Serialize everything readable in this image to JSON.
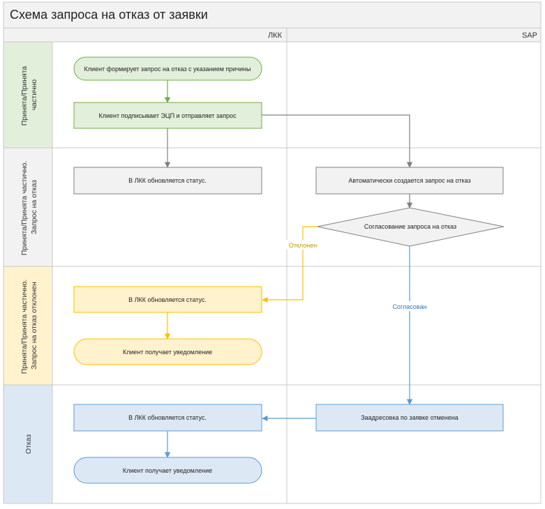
{
  "title": "Схема запроса на отказ от заявки",
  "lanes": [
    {
      "id": "lkk",
      "label": "ЛКК"
    },
    {
      "id": "sap",
      "label": "SAP"
    }
  ],
  "bands": [
    {
      "id": "b1",
      "lines": [
        "Принята/Принята",
        "частично"
      ],
      "fill": "#e2efda"
    },
    {
      "id": "b2",
      "lines": [
        "Принята/Принята частично.",
        "Запрос на отказ"
      ],
      "fill": "#f2f2f2"
    },
    {
      "id": "b3",
      "lines": [
        "Принята/Принята частично.",
        "Запрос на отказ отклонен"
      ],
      "fill": "#fff2cc"
    },
    {
      "id": "b4",
      "lines": [
        "Отказ"
      ],
      "fill": "#dde8f5"
    }
  ],
  "nodes": {
    "n1": {
      "text": "Клиент формирует запрос на отказ с указанием причины"
    },
    "n2": {
      "text": "Клиент подписывает ЭЦП и отправляет запрос"
    },
    "n3": {
      "text": "В ЛКК обновляется статус."
    },
    "n4": {
      "text": "Автоматически создается запрос на отказ"
    },
    "n5": {
      "text": "Согласование запроса на отказ"
    },
    "n6": {
      "text": "В ЛКК обновляется статус."
    },
    "n7": {
      "text": "Клиент получает уведомление"
    },
    "n8": {
      "text": "Заадресовка по заявке отменена"
    },
    "n9": {
      "text": "В ЛКК обновляется статус."
    },
    "n10": {
      "text": "Клиент получает уведомление"
    }
  },
  "edge_labels": {
    "rejected": "Отклонен",
    "approved": "Согласован"
  },
  "colors": {
    "green_fill": "#e2efda",
    "green_stroke": "#70ad47",
    "gray_fill": "#f2f2f2",
    "gray_stroke": "#808080",
    "yellow_fill": "#fff2cc",
    "yellow_stroke": "#ffc000",
    "blue_fill": "#dde8f5",
    "blue_stroke": "#5b9bd5",
    "rejected_text": "#c59600",
    "approved_text": "#2e75b6"
  }
}
